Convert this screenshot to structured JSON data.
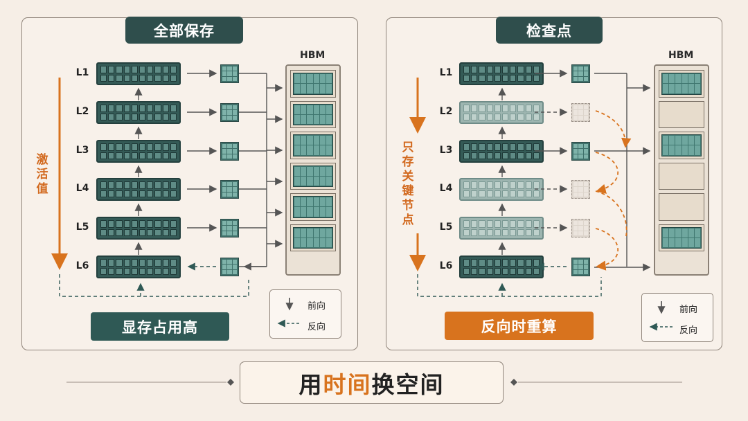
{
  "left_panel": {
    "title": "全部保存",
    "hbm_label": "HBM",
    "side_label": "激活值",
    "badge": "显存占用高",
    "layers": [
      "L1",
      "L2",
      "L3",
      "L4",
      "L5",
      "L6"
    ]
  },
  "right_panel": {
    "title": "检查点",
    "hbm_label": "HBM",
    "side_label": "只存关键节点",
    "badge": "反向时重算",
    "layers": [
      "L1",
      "L2",
      "L3",
      "L4",
      "L5",
      "L6"
    ],
    "saved_layers": [
      "L1",
      "L3",
      "L6"
    ]
  },
  "legend": {
    "forward": "前向",
    "backward": "反向"
  },
  "banner": {
    "part1": "用",
    "part2": "时间",
    "part3": "换空间"
  },
  "colors": {
    "teal_dark": "#2f4e4c",
    "orange": "#d8731e",
    "background": "#f6eee6"
  }
}
